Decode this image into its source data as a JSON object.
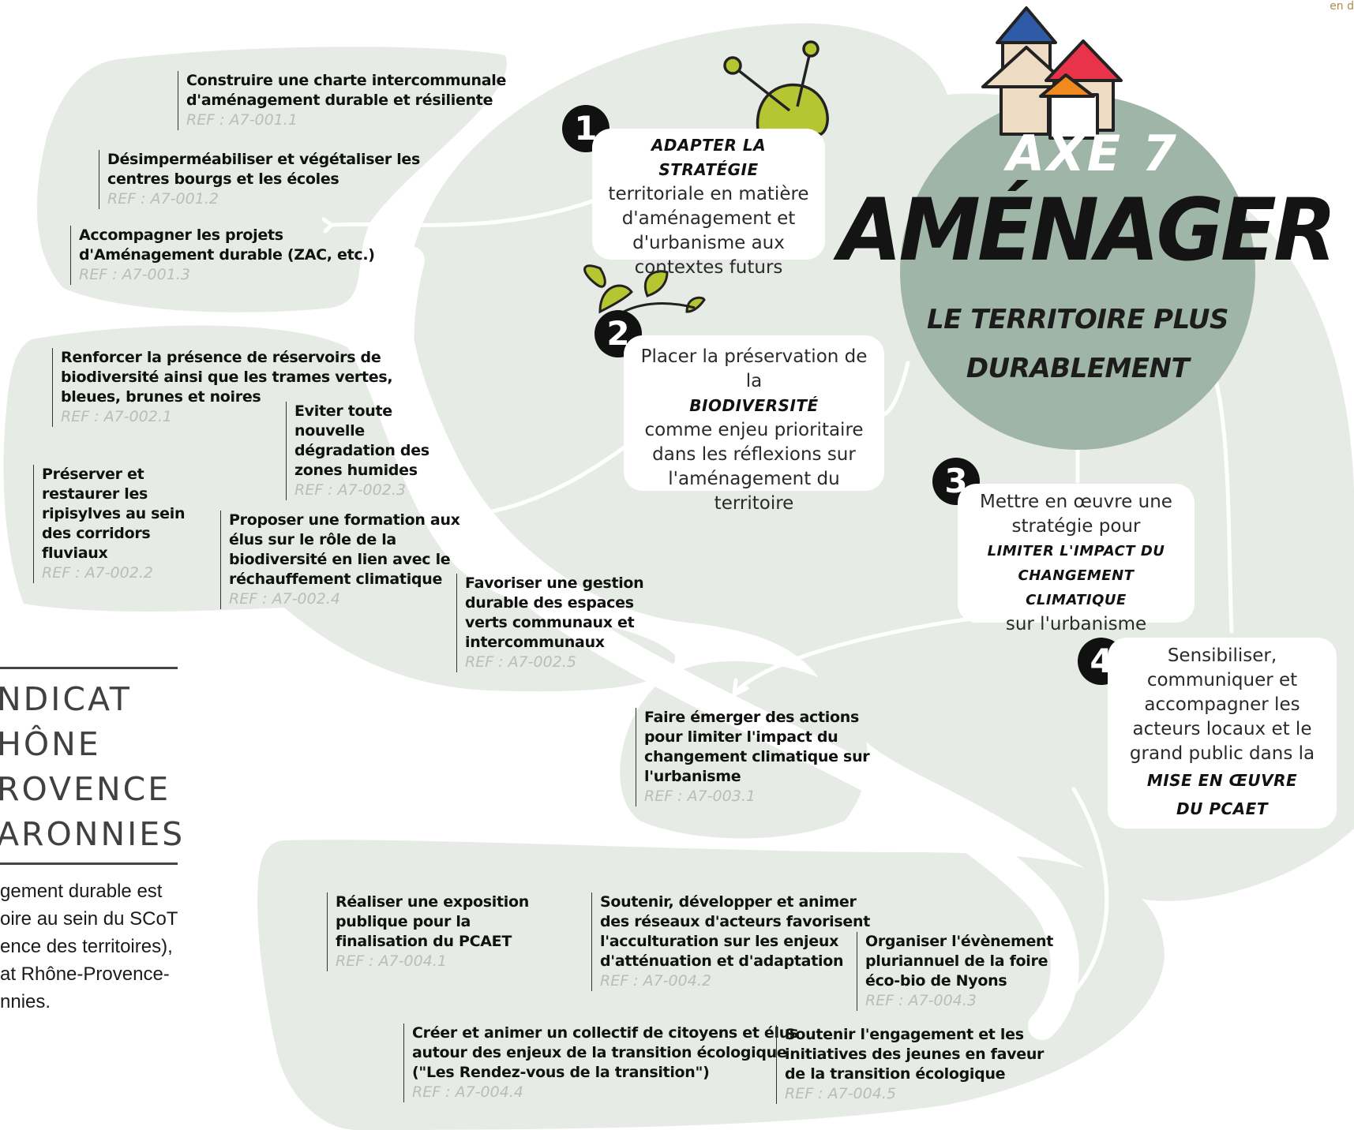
{
  "axis": {
    "label": "AXE 7",
    "title": "AMÉNAGER",
    "subtitle_lines": [
      "LE TERRITOIRE PLUS",
      "DURABLEMENT"
    ]
  },
  "corner_logo_text": "en d",
  "objectives": [
    {
      "number": "1",
      "keyword": "ADAPTER LA STRATÉGIE",
      "text_before": "",
      "text_after": "territoriale en matière\nd'aménagement et\nd'urbanisme aux\ncontextes futurs"
    },
    {
      "number": "2",
      "keyword": "BIODIVERSITÉ",
      "text_before": "Placer la préservation de la",
      "text_after": "comme enjeu prioritaire\ndans les réflexions sur\nl'aménagement du territoire"
    },
    {
      "number": "3",
      "keyword": "LIMITER L'IMPACT DU\nCHANGEMENT CLIMATIQUE",
      "text_before": "Mettre en œuvre une\nstratégie pour",
      "text_after": "sur l'urbanisme"
    },
    {
      "number": "4",
      "keyword": "MISE EN ŒUVRE\nDU PCAET",
      "text_before": "Sensibiliser,\ncommuniquer et\naccompagner les\nacteurs locaux et le\ngrand public dans la",
      "text_after": ""
    }
  ],
  "actions": [
    {
      "text": "Construire une charte intercommunale\nd'aménagement durable et résiliente",
      "ref": "REF : A7-001.1"
    },
    {
      "text": "Désimperméabiliser et végétaliser les\ncentres bourgs et les écoles",
      "ref": "REF : A7-001.2"
    },
    {
      "text": "Accompagner les projets\nd'Aménagement durable (ZAC, etc.)",
      "ref": "REF : A7-001.3"
    },
    {
      "text": "Renforcer la présence de réservoirs de\nbiodiversité ainsi que les trames vertes,\nbleues, brunes et noires",
      "ref": "REF : A7-002.1"
    },
    {
      "text": "Préserver et\nrestaurer les\nripisylves au sein\ndes corridors\nfluviaux",
      "ref": "REF : A7-002.2"
    },
    {
      "text": "Eviter toute\nnouvelle\ndégradation des\nzones humides",
      "ref": "REF : A7-002.3"
    },
    {
      "text": "Proposer une formation aux\nélus sur le rôle de la\nbiodiversité en lien avec le\nréchauffement climatique",
      "ref": "REF : A7-002.4"
    },
    {
      "text": "Favoriser une gestion\ndurable des espaces\nverts communaux et\nintercommunaux",
      "ref": "REF : A7-002.5"
    },
    {
      "text": "Faire émerger des actions\npour limiter l'impact du\nchangement climatique sur\nl'urbanisme",
      "ref": "REF : A7-003.1"
    },
    {
      "text": "Réaliser une exposition\npublique pour la\nfinalisation du PCAET",
      "ref": "REF : A7-004.1"
    },
    {
      "text": "Soutenir, développer et animer\ndes réseaux d'acteurs favorisent\nl'acculturation sur les enjeux\nd'atténuation et d'adaptation",
      "ref": "REF : A7-004.2"
    },
    {
      "text": "Organiser l'évènement\npluriannuel de la foire\néco-bio de Nyons",
      "ref": "REF : A7-004.3"
    },
    {
      "text": "Créer et animer un collectif de citoyens et élus\nautour des enjeux de la transition écologique\n(\"Les Rendez-vous de la transition\")",
      "ref": "REF : A7-004.4"
    },
    {
      "text": "Soutenir l'engagement et les\ninitiatives des jeunes en faveur\nde la transition écologique",
      "ref": "REF : A7-004.5"
    }
  ],
  "syndicat_lines": [
    "NDICAT",
    "HÔNE",
    "ROVENCE",
    "ARONNIES"
  ],
  "intro_lines": [
    "gement durable est",
    "oire au sein du SCoT",
    "ence des territoires),",
    "at Rhône-Provence-",
    "nnies."
  ],
  "colors": {
    "blob": "#e7ebe6",
    "circle": "#9fb5a7",
    "dark": "#111111",
    "leaf": "#b6c633",
    "roof_blue": "#2f5aa6",
    "roof_red": "#e8334a",
    "roof_orange": "#f08a1f",
    "house_beige": "#eddcc3"
  }
}
